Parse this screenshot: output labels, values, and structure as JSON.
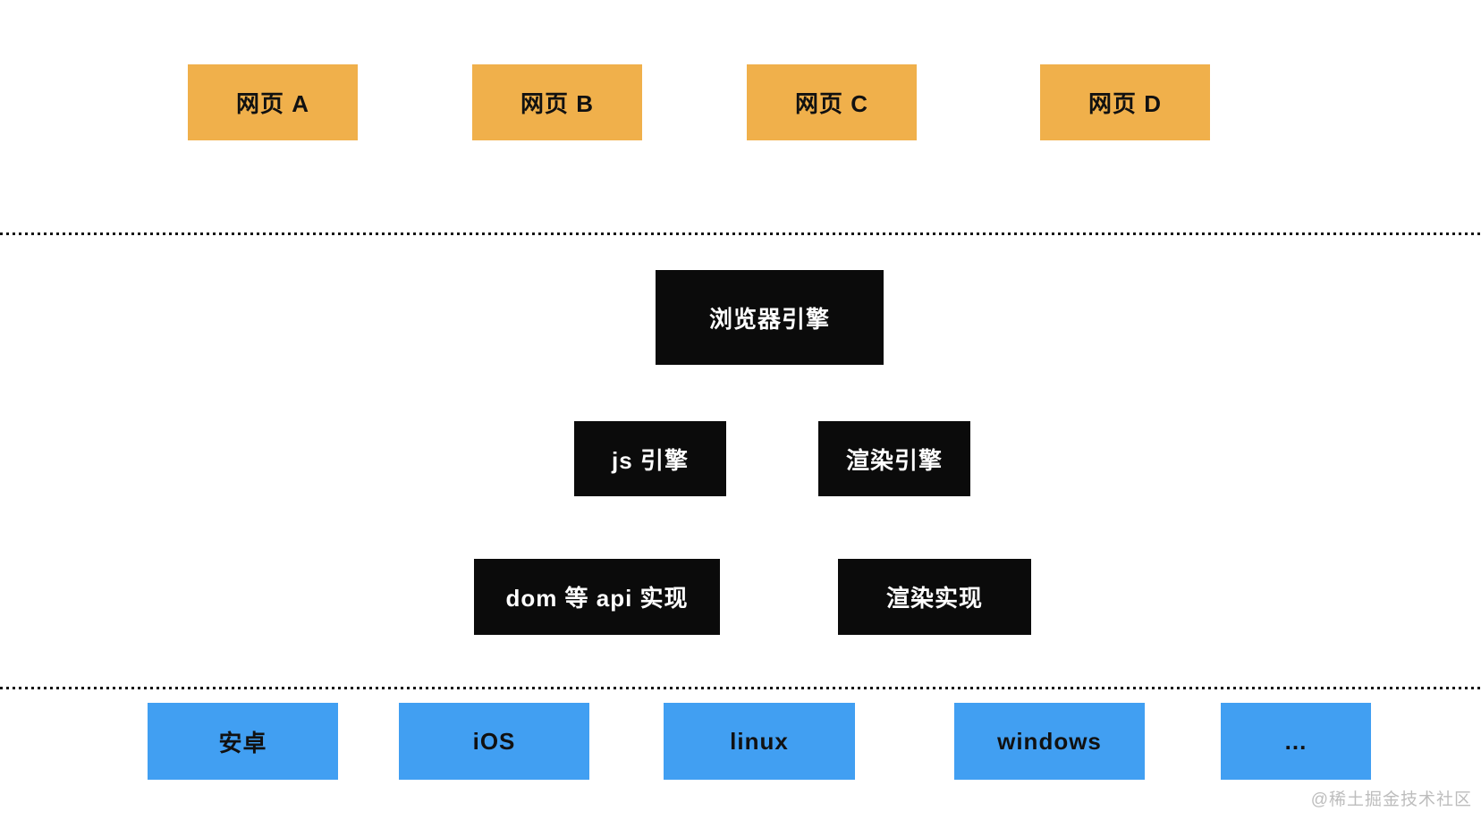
{
  "diagram": {
    "webpages": [
      {
        "label": "网页 A"
      },
      {
        "label": "网页 B"
      },
      {
        "label": "网页 C"
      },
      {
        "label": "网页 D"
      }
    ],
    "engines": {
      "browser": {
        "label": "浏览器引擎"
      },
      "js": {
        "label": "js 引擎"
      },
      "render": {
        "label": "渲染引擎"
      },
      "dom_api": {
        "label": "dom 等 api 实现"
      },
      "render_impl": {
        "label": "渲染实现"
      }
    },
    "platforms": [
      {
        "label": "安卓"
      },
      {
        "label": "iOS"
      },
      {
        "label": "linux"
      },
      {
        "label": "windows"
      },
      {
        "label": "..."
      }
    ],
    "watermark": "@稀土掘金技术社区",
    "colors": {
      "webpage_node": "#F0B04B",
      "engine_node": "#0B0B0B",
      "platform_node": "#419FF2",
      "divider": "#141414",
      "watermark_text": "#BDBDBD"
    }
  }
}
